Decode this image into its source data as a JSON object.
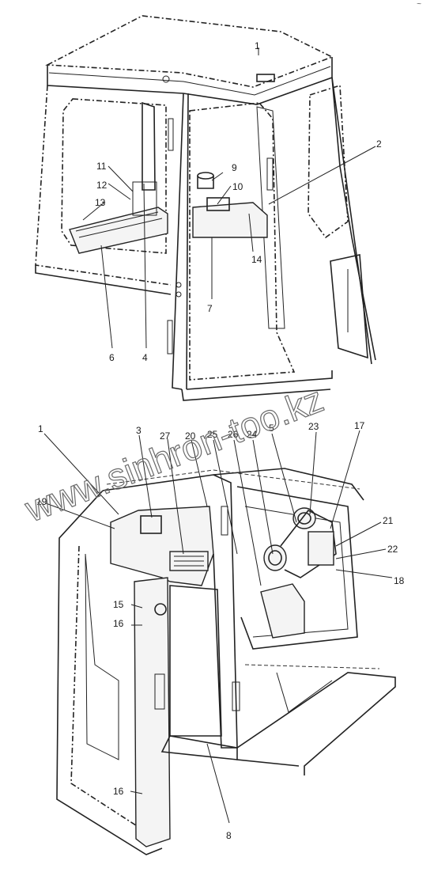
{
  "watermark": "www.sinhron-too.kz",
  "corner_mark": "~",
  "upper_figure": {
    "labels": [
      "1",
      "2",
      "4",
      "6",
      "7",
      "9",
      "10",
      "11",
      "12",
      "13",
      "14"
    ]
  },
  "lower_figure": {
    "labels": [
      "1",
      "3",
      "27",
      "20",
      "25",
      "26",
      "24",
      "5",
      "23",
      "17",
      "19",
      "21",
      "22",
      "18",
      "15",
      "16",
      "16",
      "8"
    ]
  }
}
